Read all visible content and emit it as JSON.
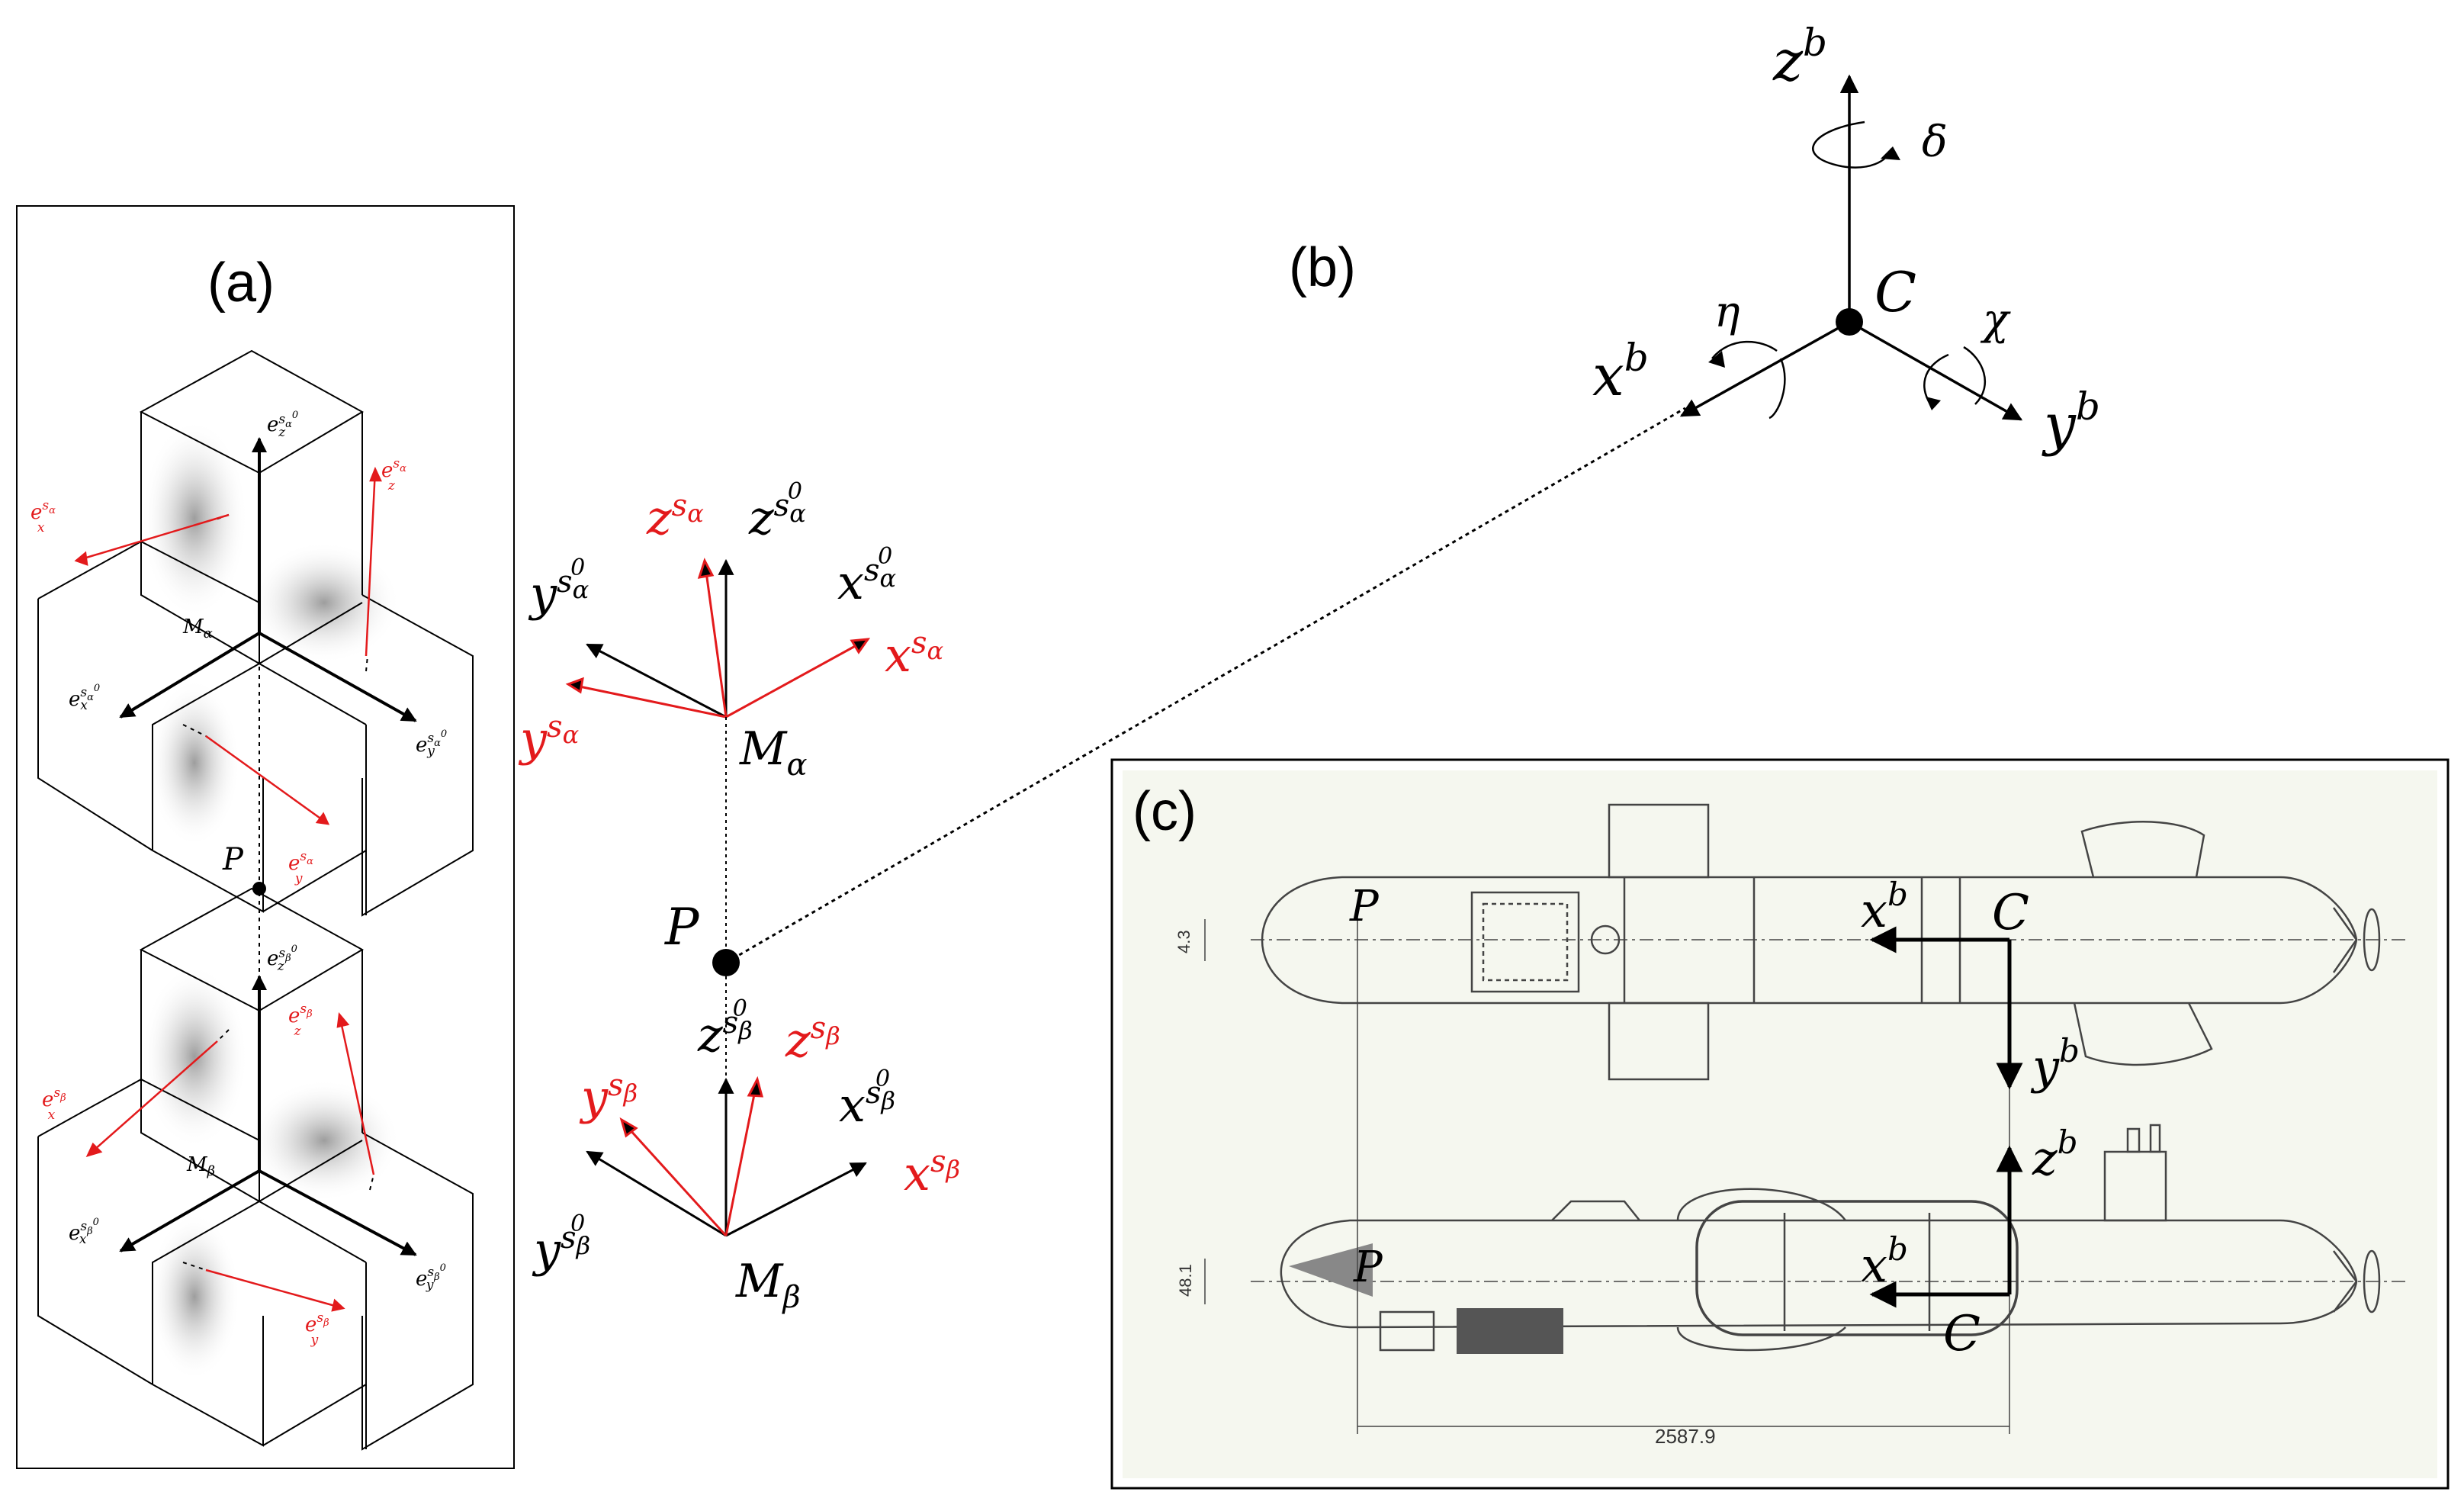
{
  "colors": {
    "black": "#000000",
    "red": "#e31a1c",
    "shade": "#9a9a9a",
    "paper": "#f5f7ef"
  },
  "panel_a": {
    "label": "(a)",
    "top": {
      "origin": "M",
      "origin_sub": "α",
      "point": "P"
    },
    "bottom": {
      "origin": "M",
      "origin_sub": "β"
    },
    "axis_base": "e",
    "x": "x",
    "y": "y",
    "z": "z",
    "sup_s": "s",
    "sup_alpha": "α",
    "sup_beta": "β",
    "sup_zero": "0"
  },
  "middle": {
    "point": "P",
    "m_alpha": {
      "main": "M",
      "sub": "α"
    },
    "m_beta": {
      "main": "M",
      "sub": "β"
    },
    "s": "s",
    "alpha": "α",
    "beta": "β",
    "zero": "0",
    "x": "x",
    "y": "y",
    "z": "z"
  },
  "panel_b": {
    "label": "(b)",
    "center": "C",
    "x": "x",
    "y": "y",
    "z": "z",
    "sup": "b",
    "eta": "η",
    "chi": "χ",
    "delta": "δ"
  },
  "panel_c": {
    "label": "(c)",
    "P": "P",
    "C": "C",
    "x": "x",
    "y": "y",
    "z": "z",
    "sup": "b",
    "dim_length": "2587.9",
    "dim_top": "4.3",
    "dim_bottom": "48.1"
  }
}
